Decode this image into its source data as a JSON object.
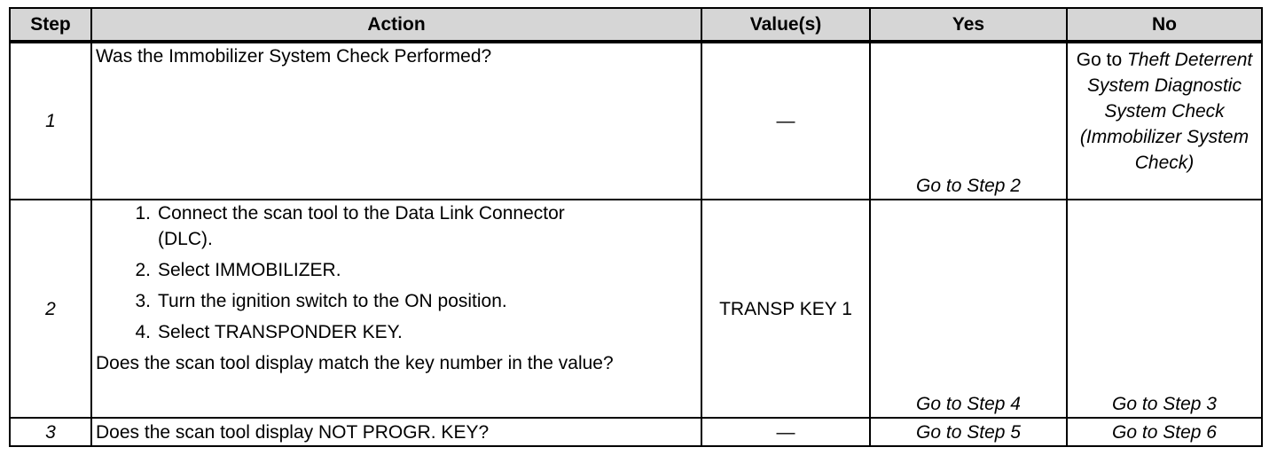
{
  "headers": {
    "step": "Step",
    "action": "Action",
    "values": "Value(s)",
    "yes": "Yes",
    "no": "No"
  },
  "rows": [
    {
      "step": "1",
      "action": "Was the Immobilizer System Check Performed?",
      "value": "—",
      "yes": "Go to Step 2",
      "no_prefix": "Go to",
      "no_ref": "Theft Deterrent System Diagnostic System Check (Immobilizer System Check)"
    },
    {
      "step": "2",
      "instructions": [
        {
          "num": "1.",
          "text": "Connect the scan tool to the Data Link Connector (DLC)."
        },
        {
          "num": "2.",
          "text": "Select IMMOBILIZER."
        },
        {
          "num": "3.",
          "text": "Turn the ignition switch to the ON position."
        },
        {
          "num": "4.",
          "text": "Select TRANSPONDER KEY."
        }
      ],
      "question": "Does the scan tool display match the key number in the value?",
      "value": "TRANSP KEY 1",
      "yes": "Go to Step 4",
      "no": "Go to Step 3"
    },
    {
      "step": "3",
      "action": "Does the scan tool display NOT PROGR. KEY?",
      "value": "—",
      "yes": "Go to Step 5",
      "no": "Go to Step 6"
    }
  ]
}
